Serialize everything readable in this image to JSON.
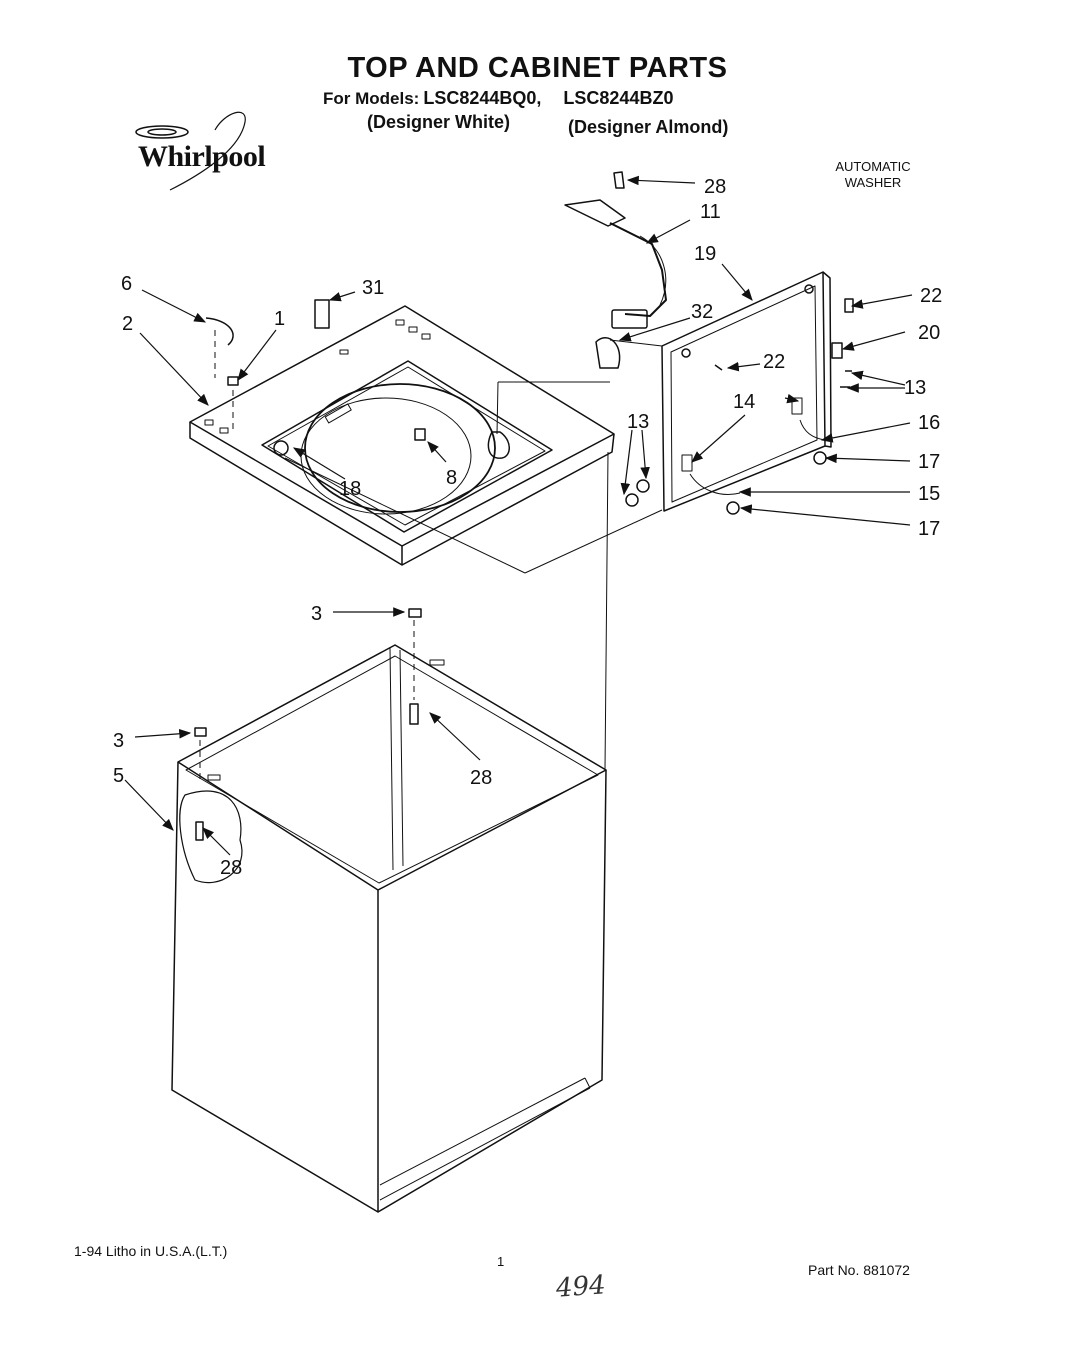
{
  "header": {
    "title": "TOP AND CABINET PARTS",
    "for_models_label": "For Models:",
    "model_1": "LSC8244BQ0,",
    "model_2": "LSC8244BZ0",
    "variant_1": "(Designer White)",
    "variant_2": "(Designer Almond)",
    "brand": "Whirlpool",
    "product_line1": "AUTOMATIC",
    "product_line2": "WASHER"
  },
  "callouts": [
    "28",
    "11",
    "19",
    "22",
    "20",
    "13",
    "16",
    "17",
    "15",
    "17",
    "6",
    "31",
    "1",
    "2",
    "32",
    "22",
    "14",
    "13",
    "18",
    "8",
    "3",
    "3",
    "5",
    "28",
    "28"
  ],
  "footer": {
    "litho": "1-94 Litho in U.S.A.(L.T.)",
    "page": "1",
    "part_number": "Part No. 881072",
    "handwritten": "494"
  },
  "colors": {
    "ink": "#111111",
    "paper": "#ffffff"
  }
}
